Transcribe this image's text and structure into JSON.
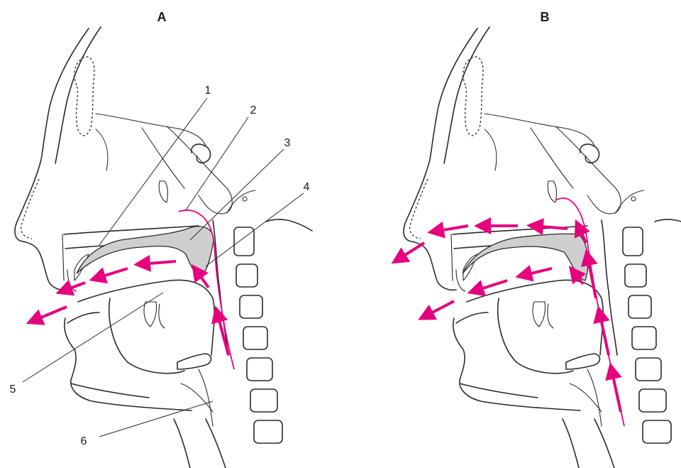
{
  "panels": [
    {
      "label": "A"
    },
    {
      "label": "B"
    }
  ],
  "callouts": [
    "1",
    "2",
    "3",
    "4",
    "5",
    "6"
  ],
  "colors": {
    "airflow": "#e6007e",
    "soft_palate_fill": "#cfcfcf",
    "line": "#2a2a2a"
  }
}
